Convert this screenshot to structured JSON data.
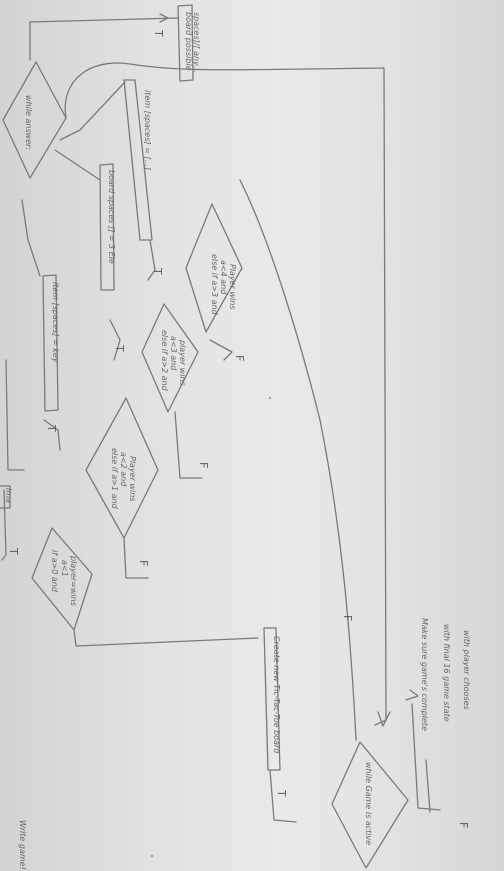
{
  "labels": {
    "title_note": "Write game!",
    "start_box": "Ima",
    "decision_1": [
      "if a>0 and",
      "a<1",
      "player=wins"
    ],
    "decision_2": [
      "else if a>1 and",
      "a<2 and",
      "Player wins"
    ],
    "decision_3": [
      "else if a>2 and",
      "a<3 and",
      "player wins"
    ],
    "decision_4": [
      "else if a>3 and",
      "a<4 and",
      "Player wins"
    ],
    "loop_decision": "while answer:",
    "while_decision": "while Game is active",
    "process_1": "item [spaces] = key",
    "process_2": "board spaces [] = 3 Ele",
    "process_3": "item [spaces] = [...]",
    "process_top_right": [
      "board possible",
      "spaces]/[ any..."
    ],
    "process_bottom": "Create new Tic-Tac-Toe board",
    "final_note": [
      "Make sure game's complete",
      "with final 16 game state",
      "with player chooses"
    ],
    "t": "T",
    "f": "F"
  }
}
